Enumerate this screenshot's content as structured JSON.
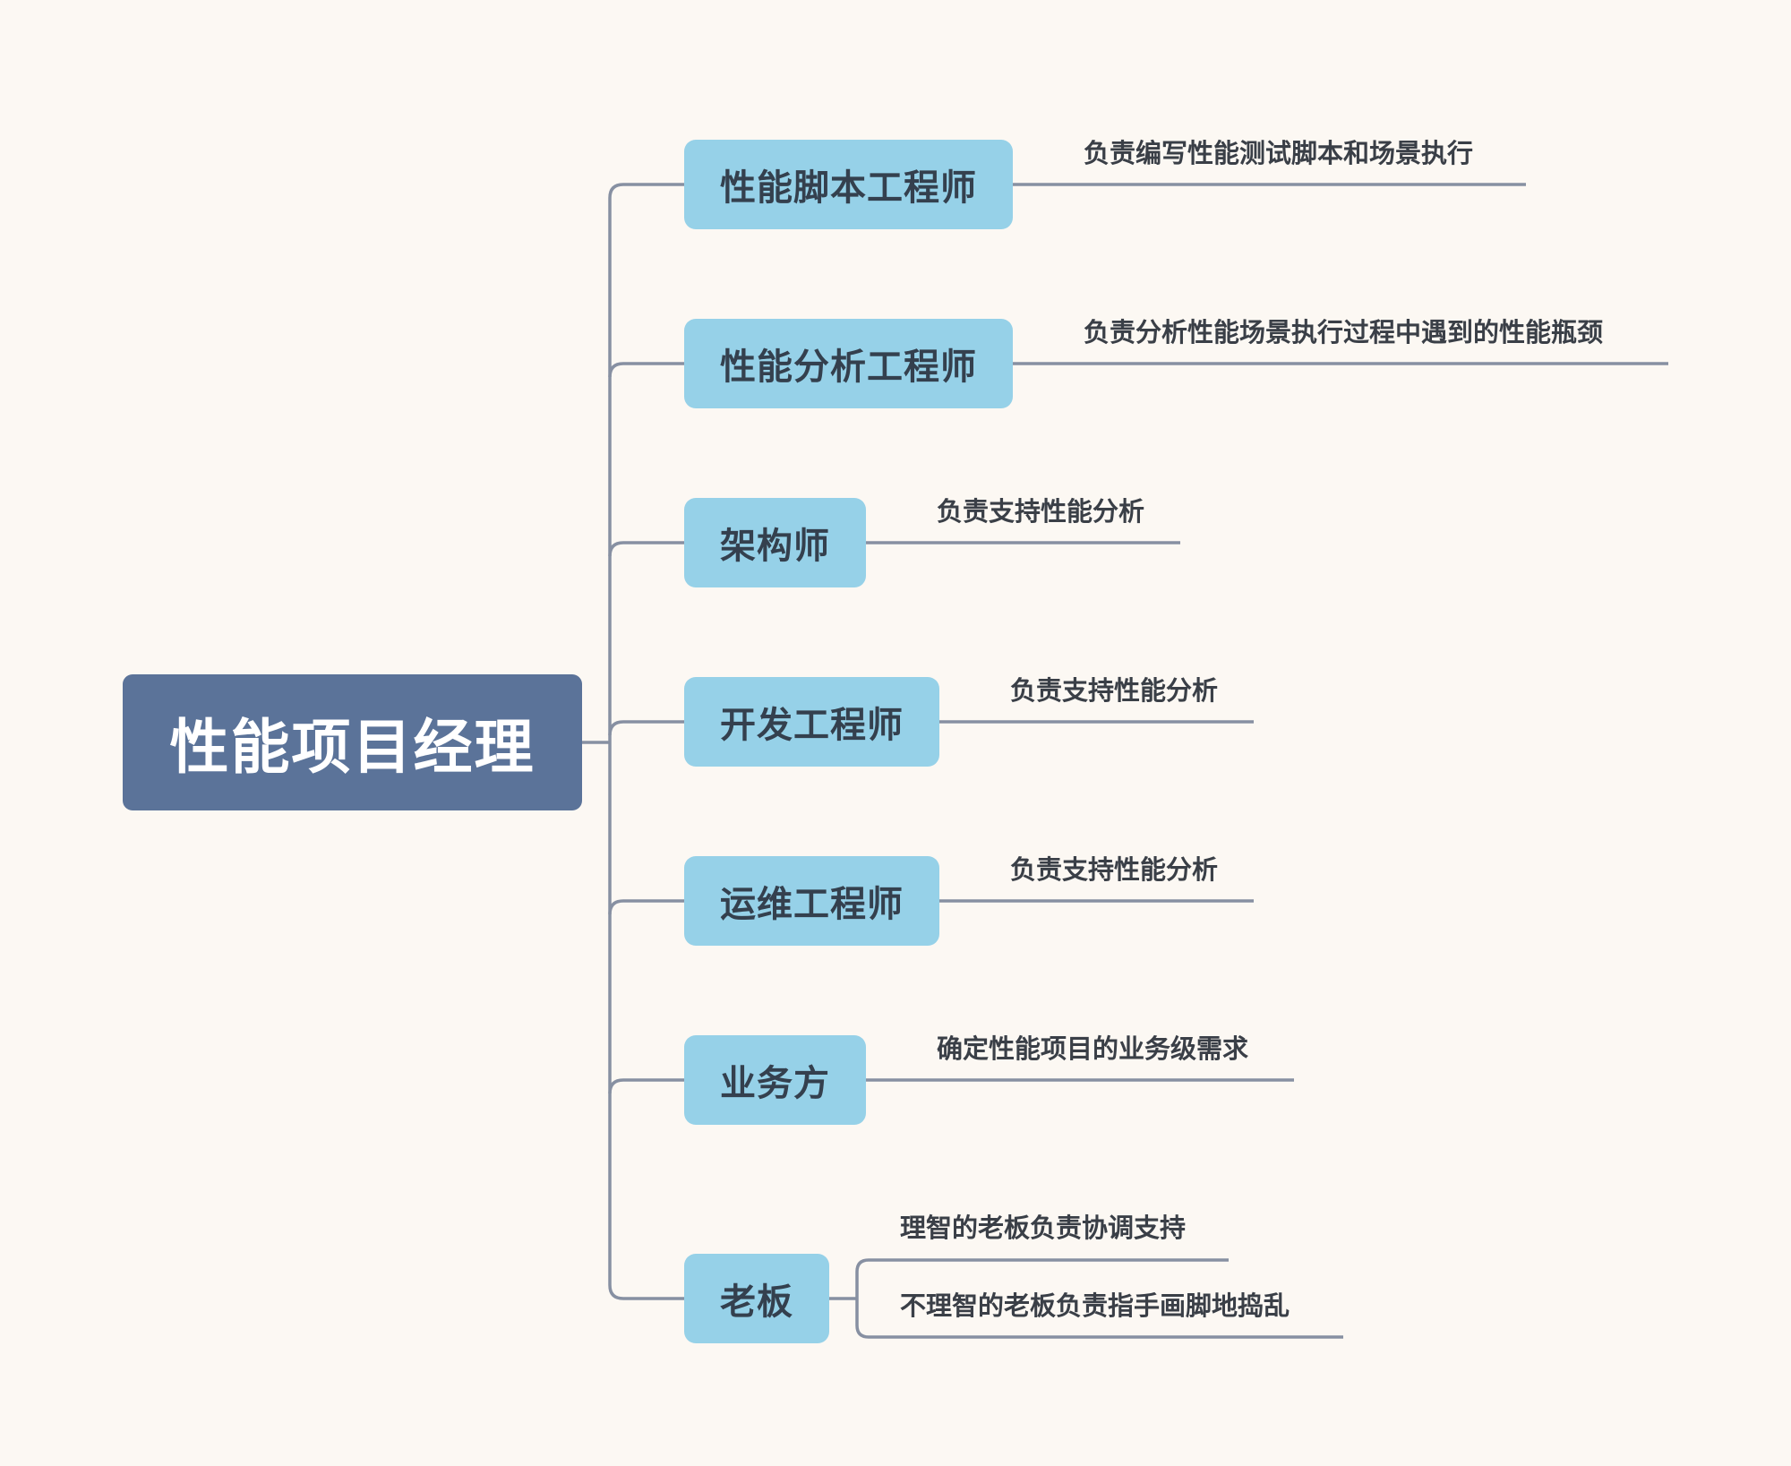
{
  "colors": {
    "background": "#fcf8f3",
    "root_fill": "#5b7399",
    "root_text": "#ffffff",
    "node_fill": "#96d1e8",
    "node_text": "#34404e",
    "connector": "#8790a2",
    "desc_text": "#3a3f47"
  },
  "root": {
    "label": "性能项目经理"
  },
  "branches": [
    {
      "label": "性能脚本工程师",
      "descriptions": [
        "负责编写性能测试脚本和场景执行"
      ]
    },
    {
      "label": "性能分析工程师",
      "descriptions": [
        "负责分析性能场景执行过程中遇到的性能瓶颈"
      ]
    },
    {
      "label": "架构师",
      "descriptions": [
        "负责支持性能分析"
      ]
    },
    {
      "label": "开发工程师",
      "descriptions": [
        "负责支持性能分析"
      ]
    },
    {
      "label": "运维工程师",
      "descriptions": [
        "负责支持性能分析"
      ]
    },
    {
      "label": "业务方",
      "descriptions": [
        "确定性能项目的业务级需求"
      ]
    },
    {
      "label": "老板",
      "descriptions": [
        "理智的老板负责协调支持",
        "不理智的老板负责指手画脚地捣乱"
      ]
    }
  ]
}
